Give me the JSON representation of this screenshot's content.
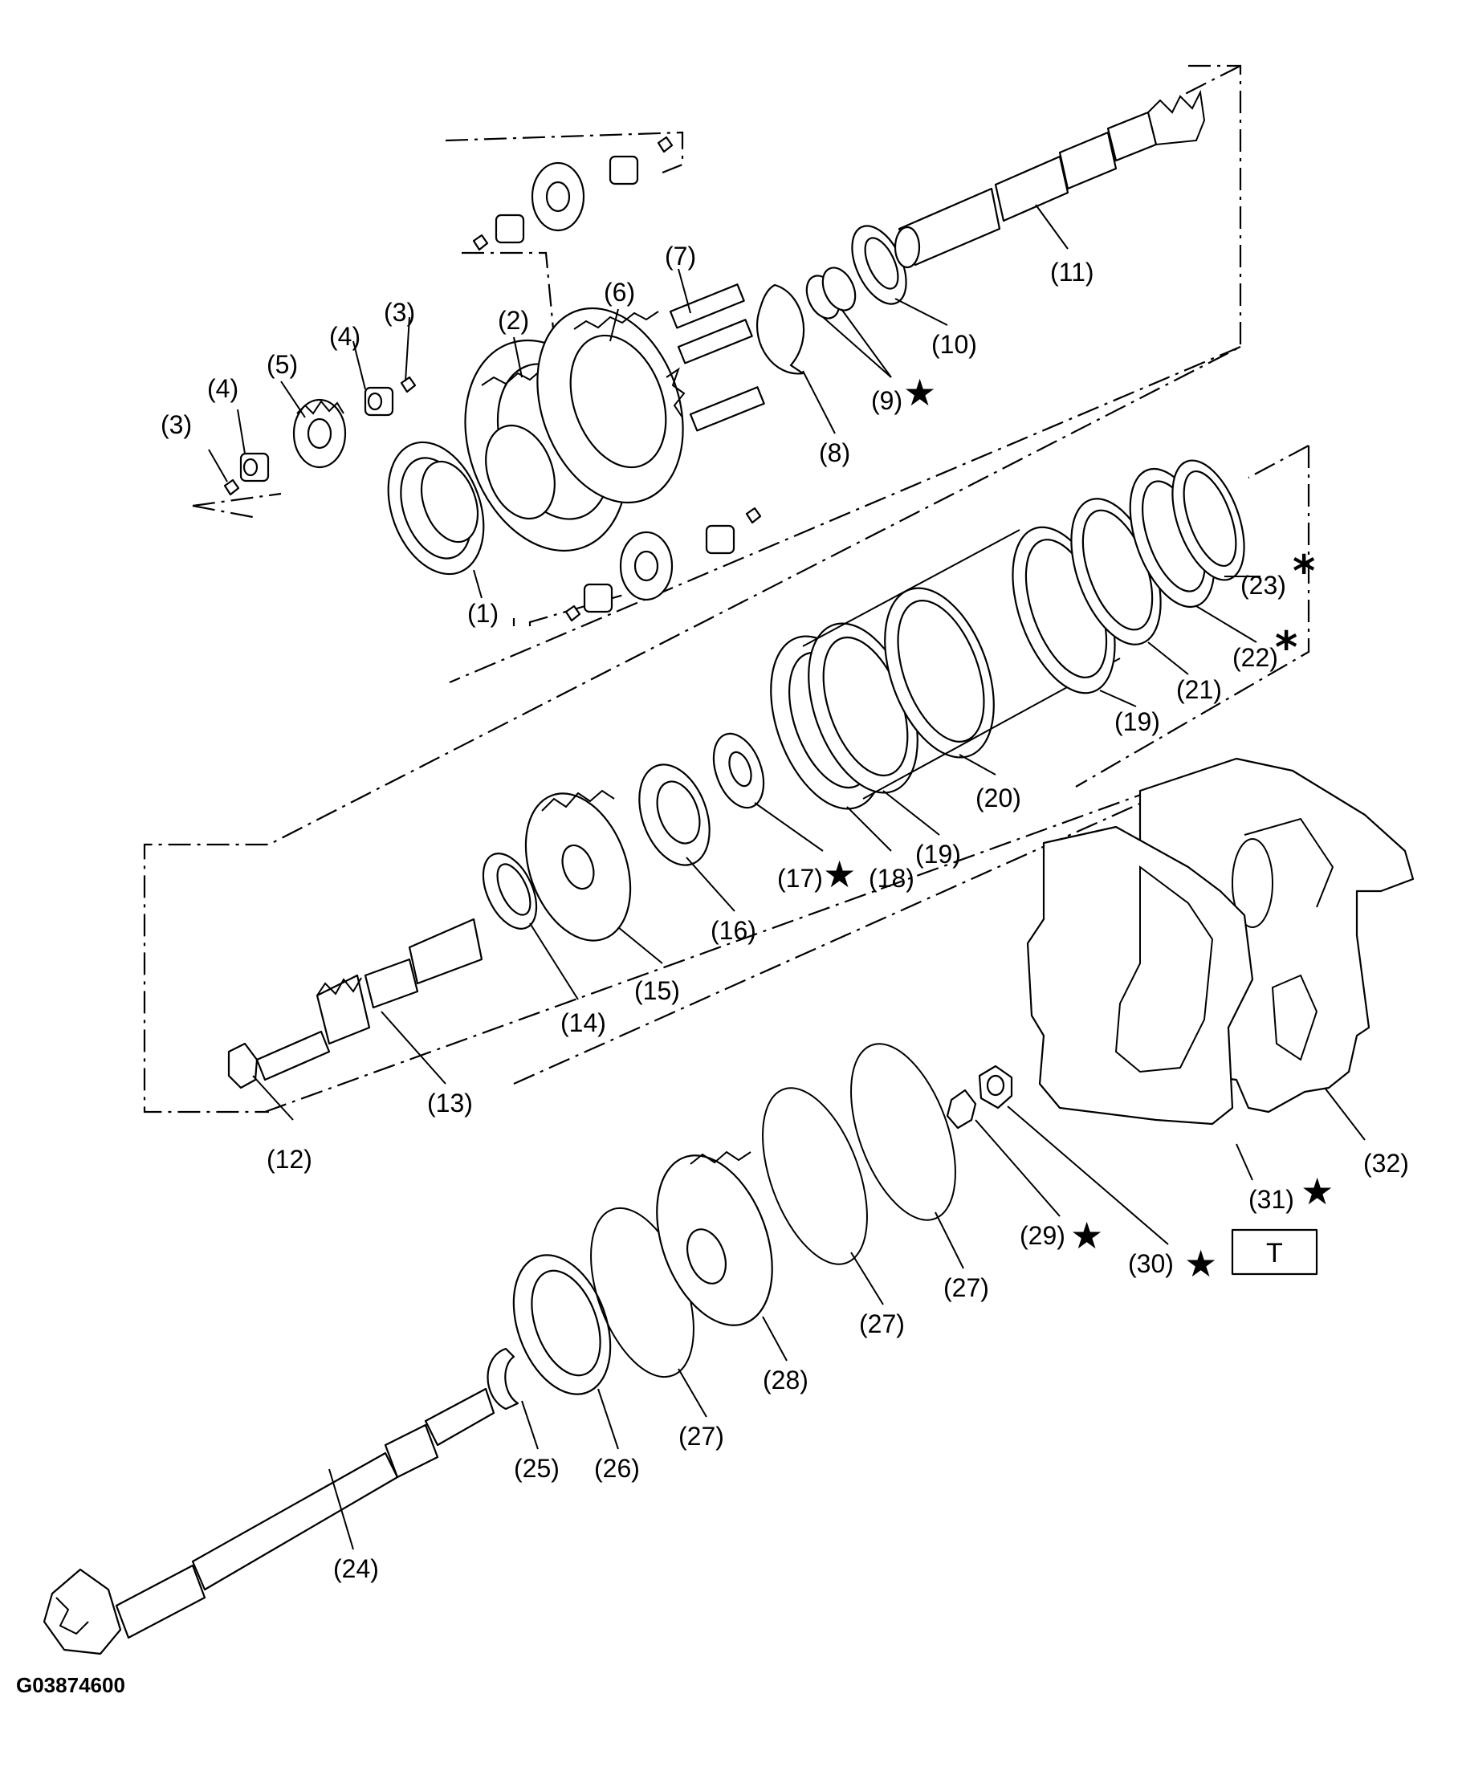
{
  "diagram": {
    "code": "G03874600",
    "torque_symbol": "T",
    "star_symbol": "★",
    "asterisk_symbol": "*",
    "labels": {
      "p1": "(1)",
      "p2": "(2)",
      "p3a": "(3)",
      "p3b": "(3)",
      "p4a": "(4)",
      "p4b": "(4)",
      "p5": "(5)",
      "p6": "(6)",
      "p7": "(7)",
      "p8": "(8)",
      "p9": "(9)",
      "p10": "(10)",
      "p11": "(11)",
      "p12": "(12)",
      "p13": "(13)",
      "p14": "(14)",
      "p15": "(15)",
      "p16": "(16)",
      "p17": "(17)",
      "p18": "(18)",
      "p19a": "(19)",
      "p19b": "(19)",
      "p20": "(20)",
      "p21": "(21)",
      "p22": "(22)",
      "p23": "(23)",
      "p24": "(24)",
      "p25": "(25)",
      "p26": "(26)",
      "p27a": "(27)",
      "p27b": "(27)",
      "p27c": "(27)",
      "p28": "(28)",
      "p29": "(29)",
      "p30": "(30)",
      "p31": "(31)",
      "p32": "(32)"
    }
  },
  "colors": {
    "line": "#000000",
    "background": "#ffffff"
  }
}
